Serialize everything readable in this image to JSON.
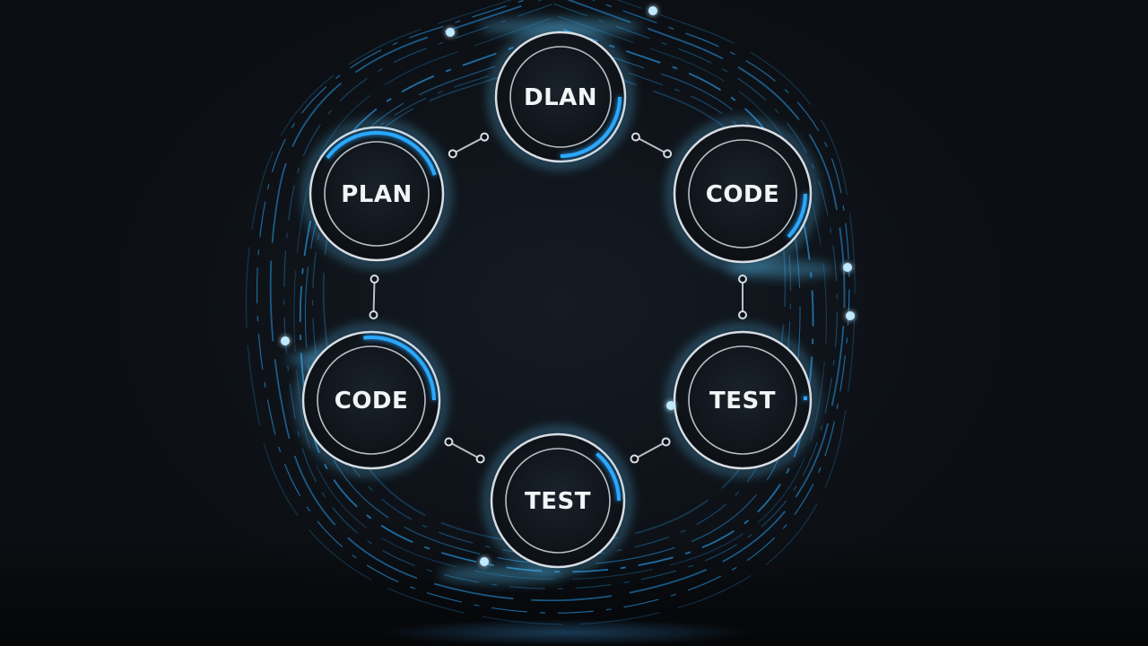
{
  "diagram": {
    "nodes": [
      {
        "id": "top",
        "label": "DLAN"
      },
      {
        "id": "upper-right",
        "label": "CODE"
      },
      {
        "id": "lower-right",
        "label": "TEST"
      },
      {
        "id": "bottom",
        "label": "TEST"
      },
      {
        "id": "lower-left",
        "label": "CODE"
      },
      {
        "id": "upper-left",
        "label": "PLAN"
      }
    ],
    "connections": [
      [
        "top",
        "upper-right"
      ],
      [
        "upper-right",
        "lower-right"
      ],
      [
        "lower-right",
        "bottom"
      ],
      [
        "bottom",
        "lower-left"
      ],
      [
        "lower-left",
        "upper-left"
      ],
      [
        "upper-left",
        "top"
      ]
    ],
    "colors": {
      "background": "#0d1116",
      "accent": "#2aa8ff",
      "glow": "#5cc8ff",
      "ring": "#d7dde3",
      "text": "#f2f5f8"
    }
  }
}
